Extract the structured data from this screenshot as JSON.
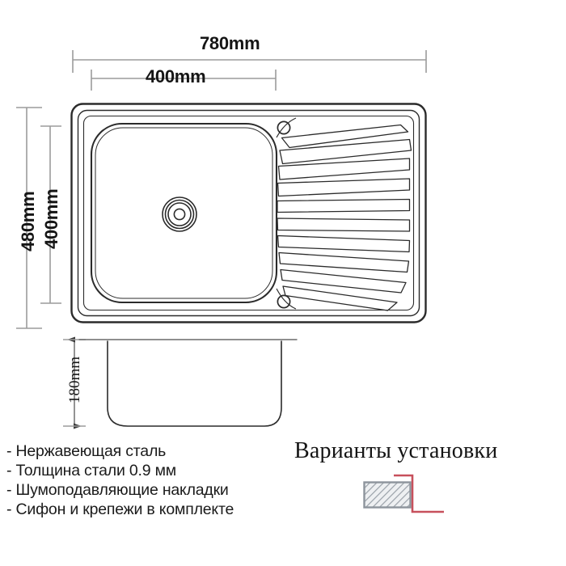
{
  "drawing": {
    "type": "technical-dimension-drawing",
    "product": "kitchen-sink",
    "dimensions": {
      "width_top": "780mm",
      "bowl_width": "400mm",
      "height_outer": "480mm",
      "bowl_height": "400mm",
      "depth": "180mm"
    },
    "colors": {
      "outline": "#2b2b2b",
      "dimension_line": "#8a8a8a",
      "text": "#1a1a1a",
      "accent_red": "#c7505c",
      "hatch_gray": "#8d949c",
      "hatch_fill": "#e9ebee",
      "background": "#ffffff"
    },
    "features": {
      "drain_rings": 4,
      "drainboard_grooves": 9,
      "tap_holes": 2
    }
  },
  "labels": {
    "width_780": "780mm",
    "width_400": "400mm",
    "height_480": "480mm",
    "height_400": "400mm",
    "depth_180": "180mm"
  },
  "specs": {
    "items": [
      "- Нержавеющая сталь",
      "- Толщина стали 0.9 мм",
      "- Шумоподавляющие накладки",
      "- Сифон и крепежи в комплекте"
    ]
  },
  "install": {
    "title": "Варианты установки",
    "icon_name": "countertop-overmount-diagram"
  }
}
